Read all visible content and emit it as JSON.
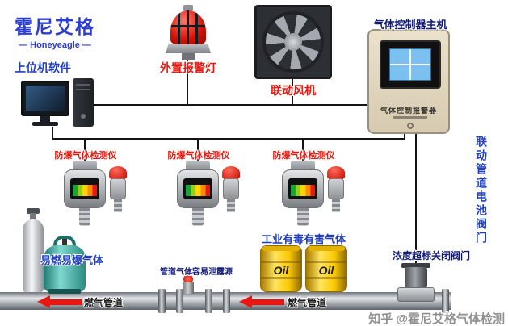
{
  "logo": {
    "title": "霍尼艾格",
    "subtitle": "— Honeyeagle —"
  },
  "labels": {
    "host_software": "上位机软件",
    "alarm_light": "外置报警灯",
    "fan": "联动风机",
    "controller_title": "气体控制器主机",
    "controller_panel": "气体控制报警器",
    "vertical_pipeline": "联动管道电池阀门",
    "flammable_gas": "易燃易爆气体",
    "leak_source": "管道气体容易泄露源",
    "toxic_gas": "工业有毒有害气体",
    "gas_pipeline_left": "燃气管道",
    "gas_pipeline_right": "燃气管道",
    "valve": "浓度超标关闭阀门",
    "watermark": "知乎 @霍尼艾格气体检测"
  },
  "detectors": [
    {
      "label": "防爆气体检测仪"
    },
    {
      "label": "防爆气体检测仪"
    },
    {
      "label": "防爆气体检测仪"
    }
  ],
  "drums": [
    {
      "label": "Oil"
    },
    {
      "label": "Oil"
    }
  ],
  "colors": {
    "brand_blue": "#2a3cd4",
    "label_blue": "#1f3ec2",
    "label_red": "#e8170f",
    "label_navy": "#10197a",
    "controller_tan": "#e3d9c3",
    "tank_teal": "#2f9a92",
    "drum_yellow": "#f5c518",
    "pipe_gray": "#aeb3b8"
  }
}
